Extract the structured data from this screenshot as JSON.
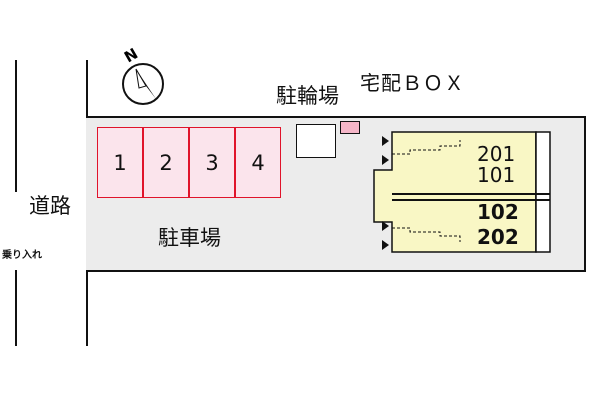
{
  "labels": {
    "road": "道路",
    "entrance": "乗り入れ",
    "parking": "駐車場",
    "bicycle_parking": "駐輪場",
    "delivery_box": "宅配ＢＯＸ",
    "compass_north": "N"
  },
  "parking_stalls": [
    "1",
    "2",
    "3",
    "4"
  ],
  "units": {
    "upper_top": "201",
    "upper_bottom": "101",
    "lower_top": "102",
    "lower_bottom": "202"
  },
  "colors": {
    "stall_fill": "#fbe4ec",
    "stall_border": "#e0142b",
    "building_fill": "#f9f7c5",
    "lot_fill": "#ececec",
    "delivery_box_fill": "#f5b6c8"
  }
}
